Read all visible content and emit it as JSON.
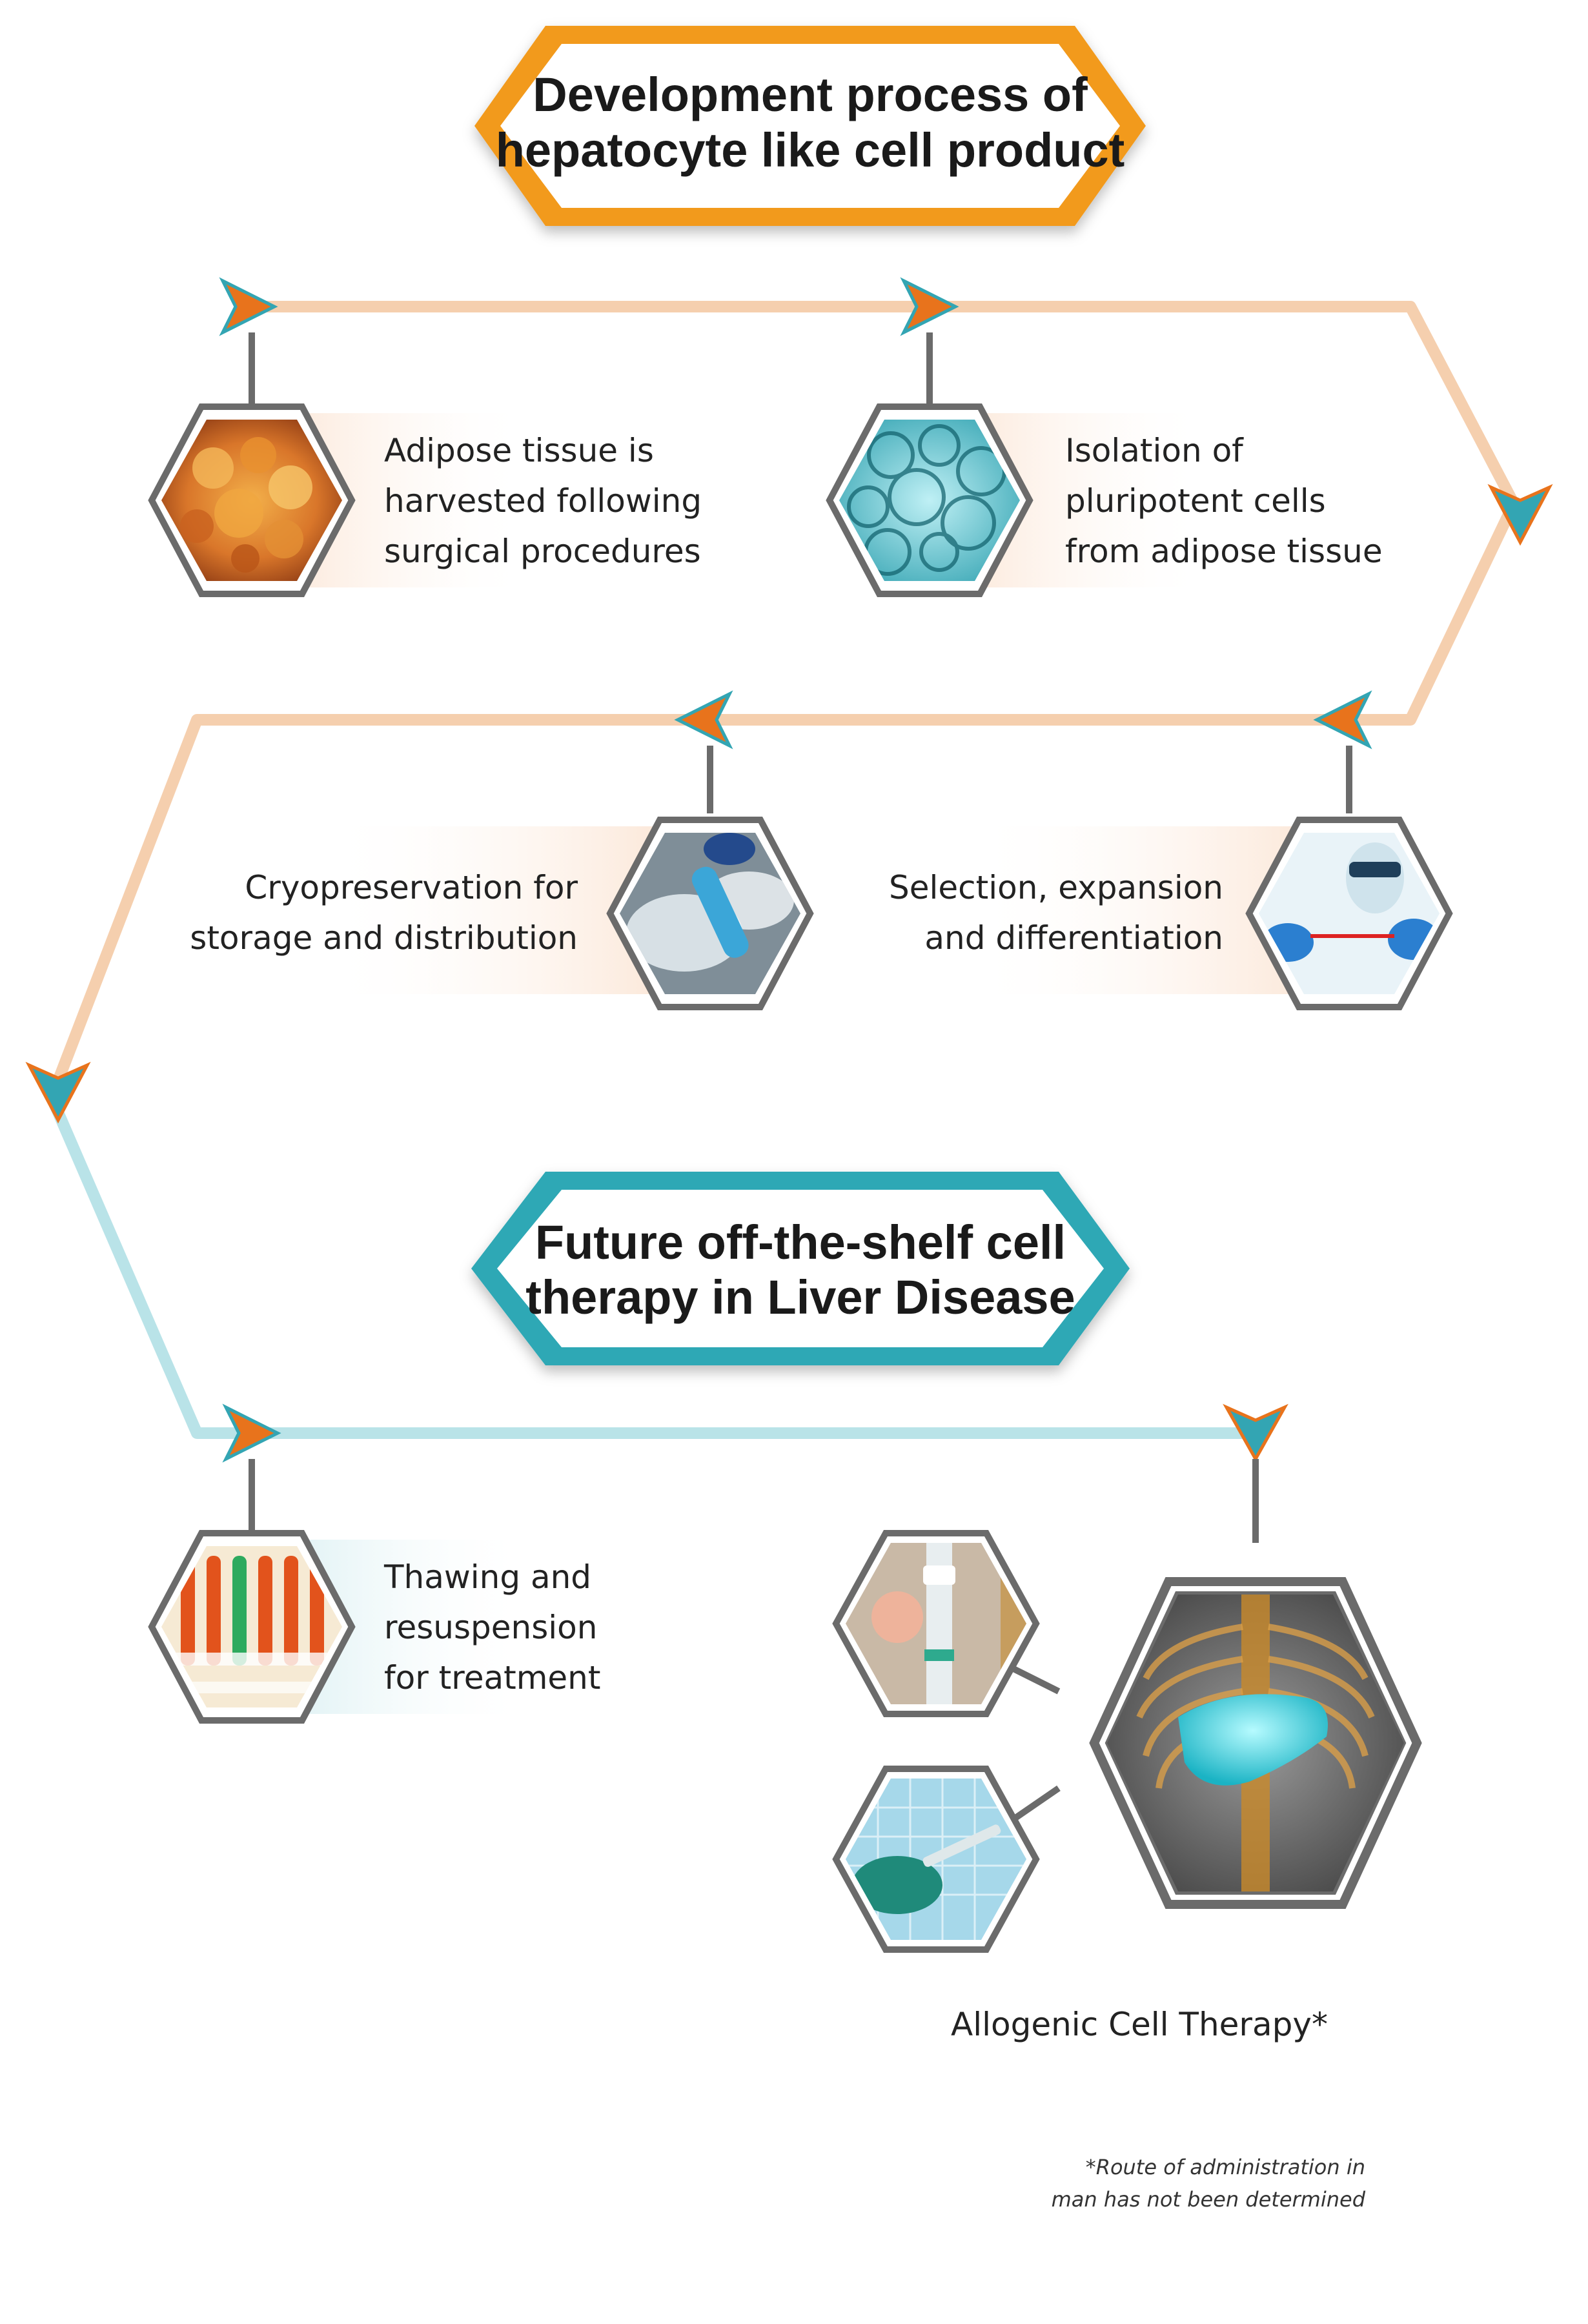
{
  "colors": {
    "orange": "#f29a1f",
    "orange_dark": "#e07a10",
    "peach_line": "#f5cfae",
    "teal": "#2ea8b5",
    "teal_dark": "#1f8f9c",
    "teal_line": "#b9e3e8",
    "hex_border": "#6b6b6b",
    "arrow_orange": "#e8731c",
    "arrow_teal": "#33a5b3"
  },
  "title_top": {
    "line1": "Development process of",
    "line2": "hepatocyte like cell product"
  },
  "title_middle": {
    "line1": "Future off-the-shelf cell",
    "line2": "therapy in Liver Disease"
  },
  "steps": [
    {
      "id": "adipose",
      "lines": [
        "Adipose tissue is",
        "harvested following",
        "surgical procedures"
      ],
      "icon": "adipose-tissue-image"
    },
    {
      "id": "isolation",
      "lines": [
        "Isolation of",
        "pluripotent cells",
        "from adipose tissue"
      ],
      "icon": "pluripotent-cells-image"
    },
    {
      "id": "selection",
      "lines": [
        "Selection, expansion",
        "and differentiation"
      ],
      "icon": "lab-scientist-image"
    },
    {
      "id": "cryo",
      "lines": [
        "Cryopreservation for",
        "storage and distribution"
      ],
      "icon": "cryo-vial-image"
    },
    {
      "id": "thawing",
      "lines": [
        "Thawing and",
        "resuspension",
        "for treatment"
      ],
      "icon": "test-tubes-image"
    }
  ],
  "therapy": {
    "label": "Allogenic Cell Therapy*",
    "icons": [
      "iv-drip-image",
      "syringe-injection-image",
      "liver-anatomy-image"
    ]
  },
  "footnote": {
    "line1": "*Route of administration in",
    "line2": "man has not been determined"
  }
}
